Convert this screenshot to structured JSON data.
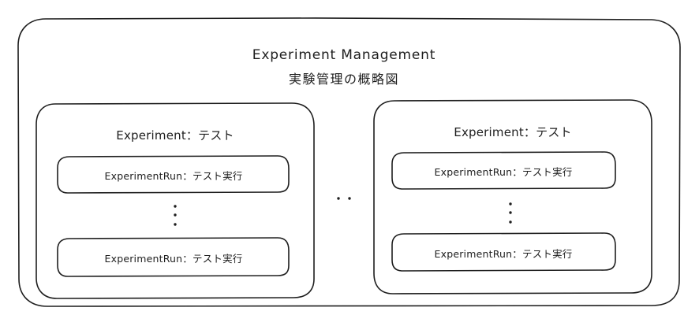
{
  "title": {
    "english": "Experiment Management",
    "japanese": "実験管理の概略図"
  },
  "experiments": [
    {
      "label": "Experiment：テスト",
      "runs": [
        {
          "label": "ExperimentRun：テスト実行"
        },
        {
          "label": "ExperimentRun：テスト実行"
        }
      ]
    },
    {
      "label": "Experiment：テスト",
      "runs": [
        {
          "label": "ExperimentRun：テスト実行"
        },
        {
          "label": "ExperimentRun：テスト実行"
        }
      ]
    }
  ],
  "colors": {
    "stroke": "#1e1e1e",
    "background": "#ffffff"
  }
}
